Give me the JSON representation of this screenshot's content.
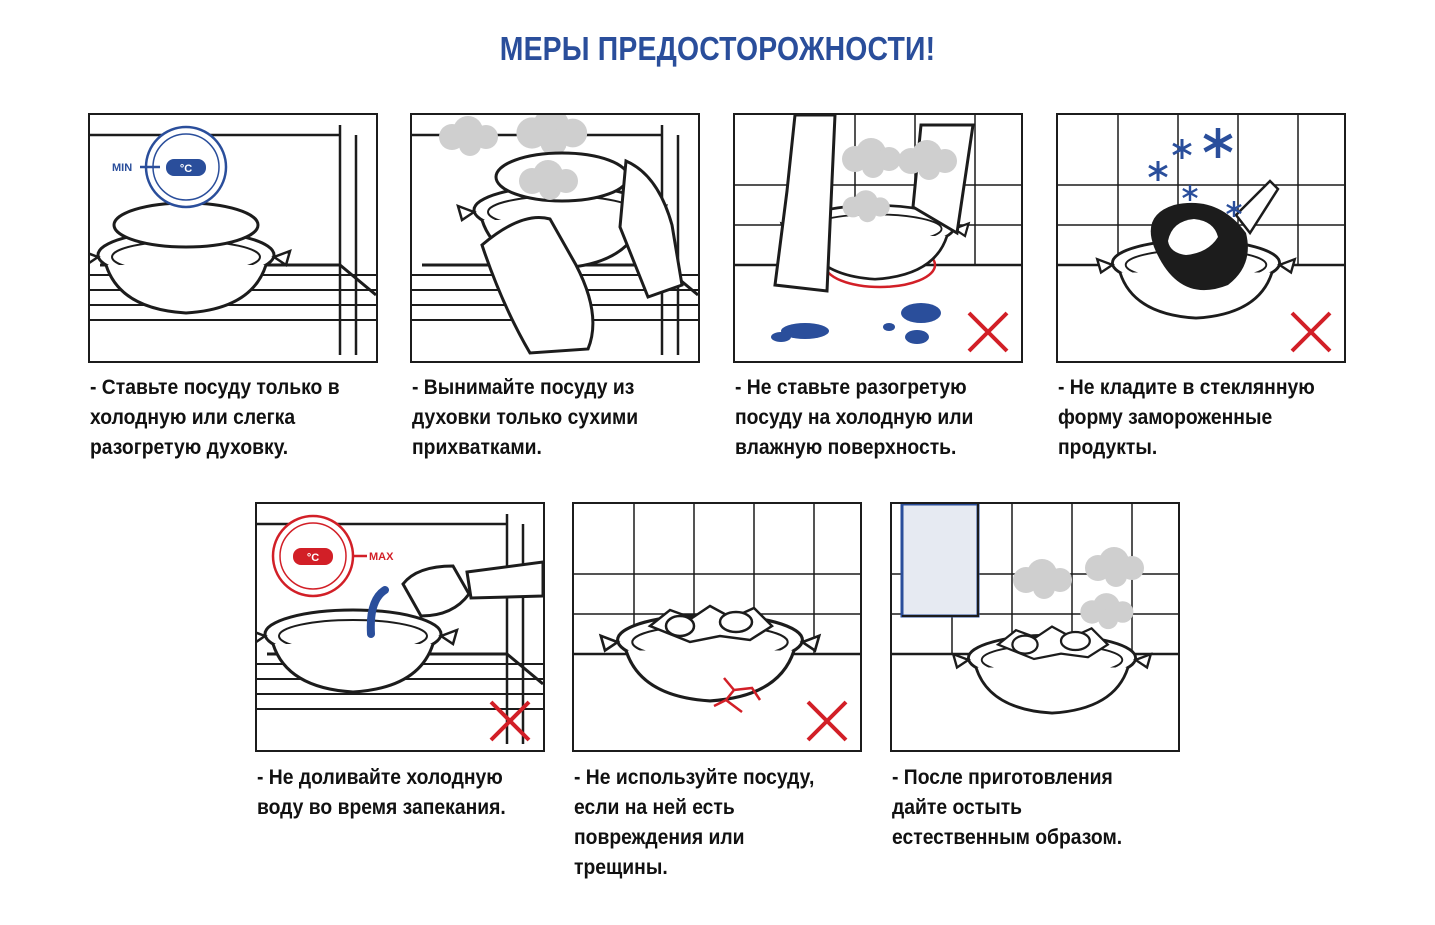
{
  "title": "МЕРЫ ПРЕДОСТОРОЖНОСТИ!",
  "colors": {
    "blue": "#2a4e9b",
    "red": "#d21f27",
    "ink": "#1c1c1c",
    "smoke": "#cfcfcf"
  },
  "panels": [
    {
      "id": "preheated-oven",
      "icon": "oven-min-temperature-icon",
      "label": "MIN",
      "thermo": "°C",
      "caption": "- Ставьте посуду только в\nхолодную или слегка\nразогретую духовку."
    },
    {
      "id": "dry-mitts",
      "icon": "oven-mitt-icon",
      "caption": "- Вынимайте посуду из\nдуховки только сухими\nприхватками."
    },
    {
      "id": "cold-surface",
      "icon": "wet-surface-icon",
      "caption": "- Не ставьте разогретую\nпосуду на холодную или\nвлажную поверхность."
    },
    {
      "id": "frozen-food",
      "icon": "frozen-meat-icon",
      "caption": "- Не кладите в стеклянную\nформу замороженные\nпродукты."
    },
    {
      "id": "cold-water",
      "icon": "oven-max-temperature-icon",
      "label": "MAX",
      "thermo": "°C",
      "caption": "- Не доливайте холодную\nводу во время запекания."
    },
    {
      "id": "cracked-dish",
      "icon": "cracked-dish-icon",
      "caption": "- Не используйте посуду,\nесли на ней есть\nповреждения или\nтрещины."
    },
    {
      "id": "natural-cooling",
      "icon": "cooling-dish-icon",
      "caption": "- После приготовления\nдайте остыть\nестественным образом."
    }
  ]
}
